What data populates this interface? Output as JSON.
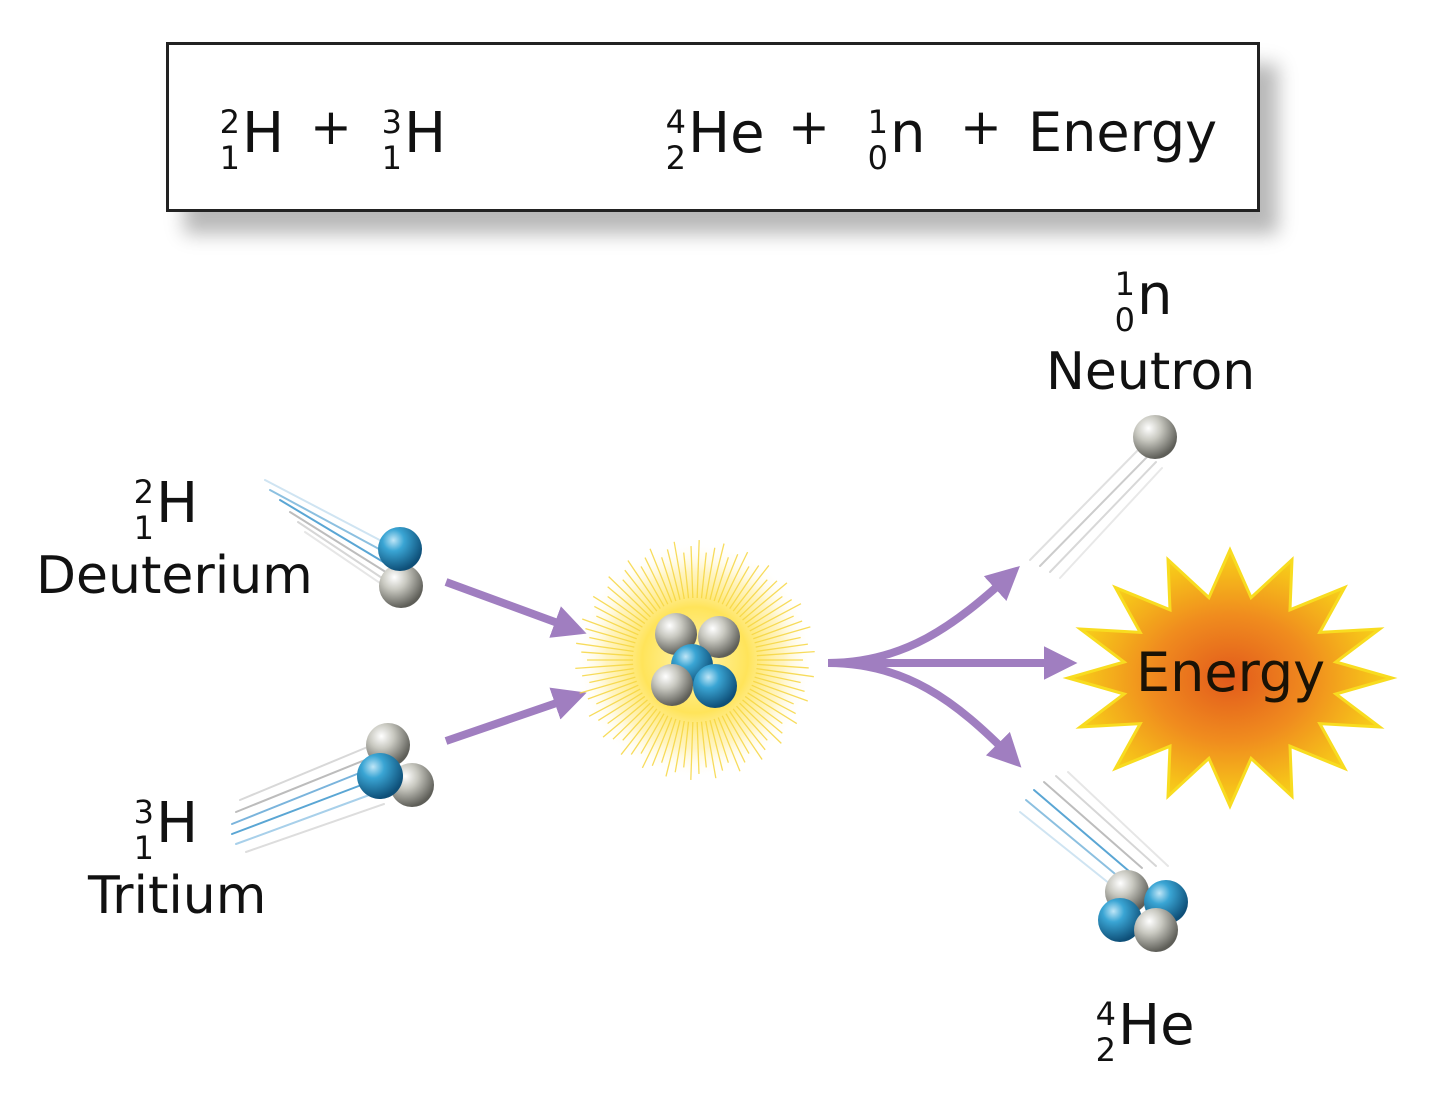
{
  "equation": {
    "reactant1": {
      "mass": "2",
      "atomic": "1",
      "symbol": "H"
    },
    "plus1": "+",
    "reactant2": {
      "mass": "3",
      "atomic": "1",
      "symbol": "H"
    },
    "product1": {
      "mass": "4",
      "atomic": "2",
      "symbol": "He"
    },
    "plus2": "+",
    "product2": {
      "mass": "1",
      "atomic": "0",
      "symbol": "n"
    },
    "plus3": "+",
    "product3": "Energy"
  },
  "diagram": {
    "deuterium": {
      "mass": "2",
      "atomic": "1",
      "symbol": "H",
      "name": "Deuterium"
    },
    "tritium": {
      "mass": "3",
      "atomic": "1",
      "symbol": "H",
      "name": "Tritium"
    },
    "neutron": {
      "mass": "1",
      "atomic": "0",
      "symbol": "n",
      "name": "Neutron"
    },
    "helium": {
      "mass": "4",
      "atomic": "2",
      "symbol": "He"
    },
    "energy": "Energy"
  },
  "colors": {
    "arrow": "#a07ec0",
    "proton": "#2a90c0",
    "neutron": "#b8b8b0",
    "burst_outer": "#f7d416",
    "burst_inner": "#e8701a",
    "glow": "#ffe66a"
  }
}
